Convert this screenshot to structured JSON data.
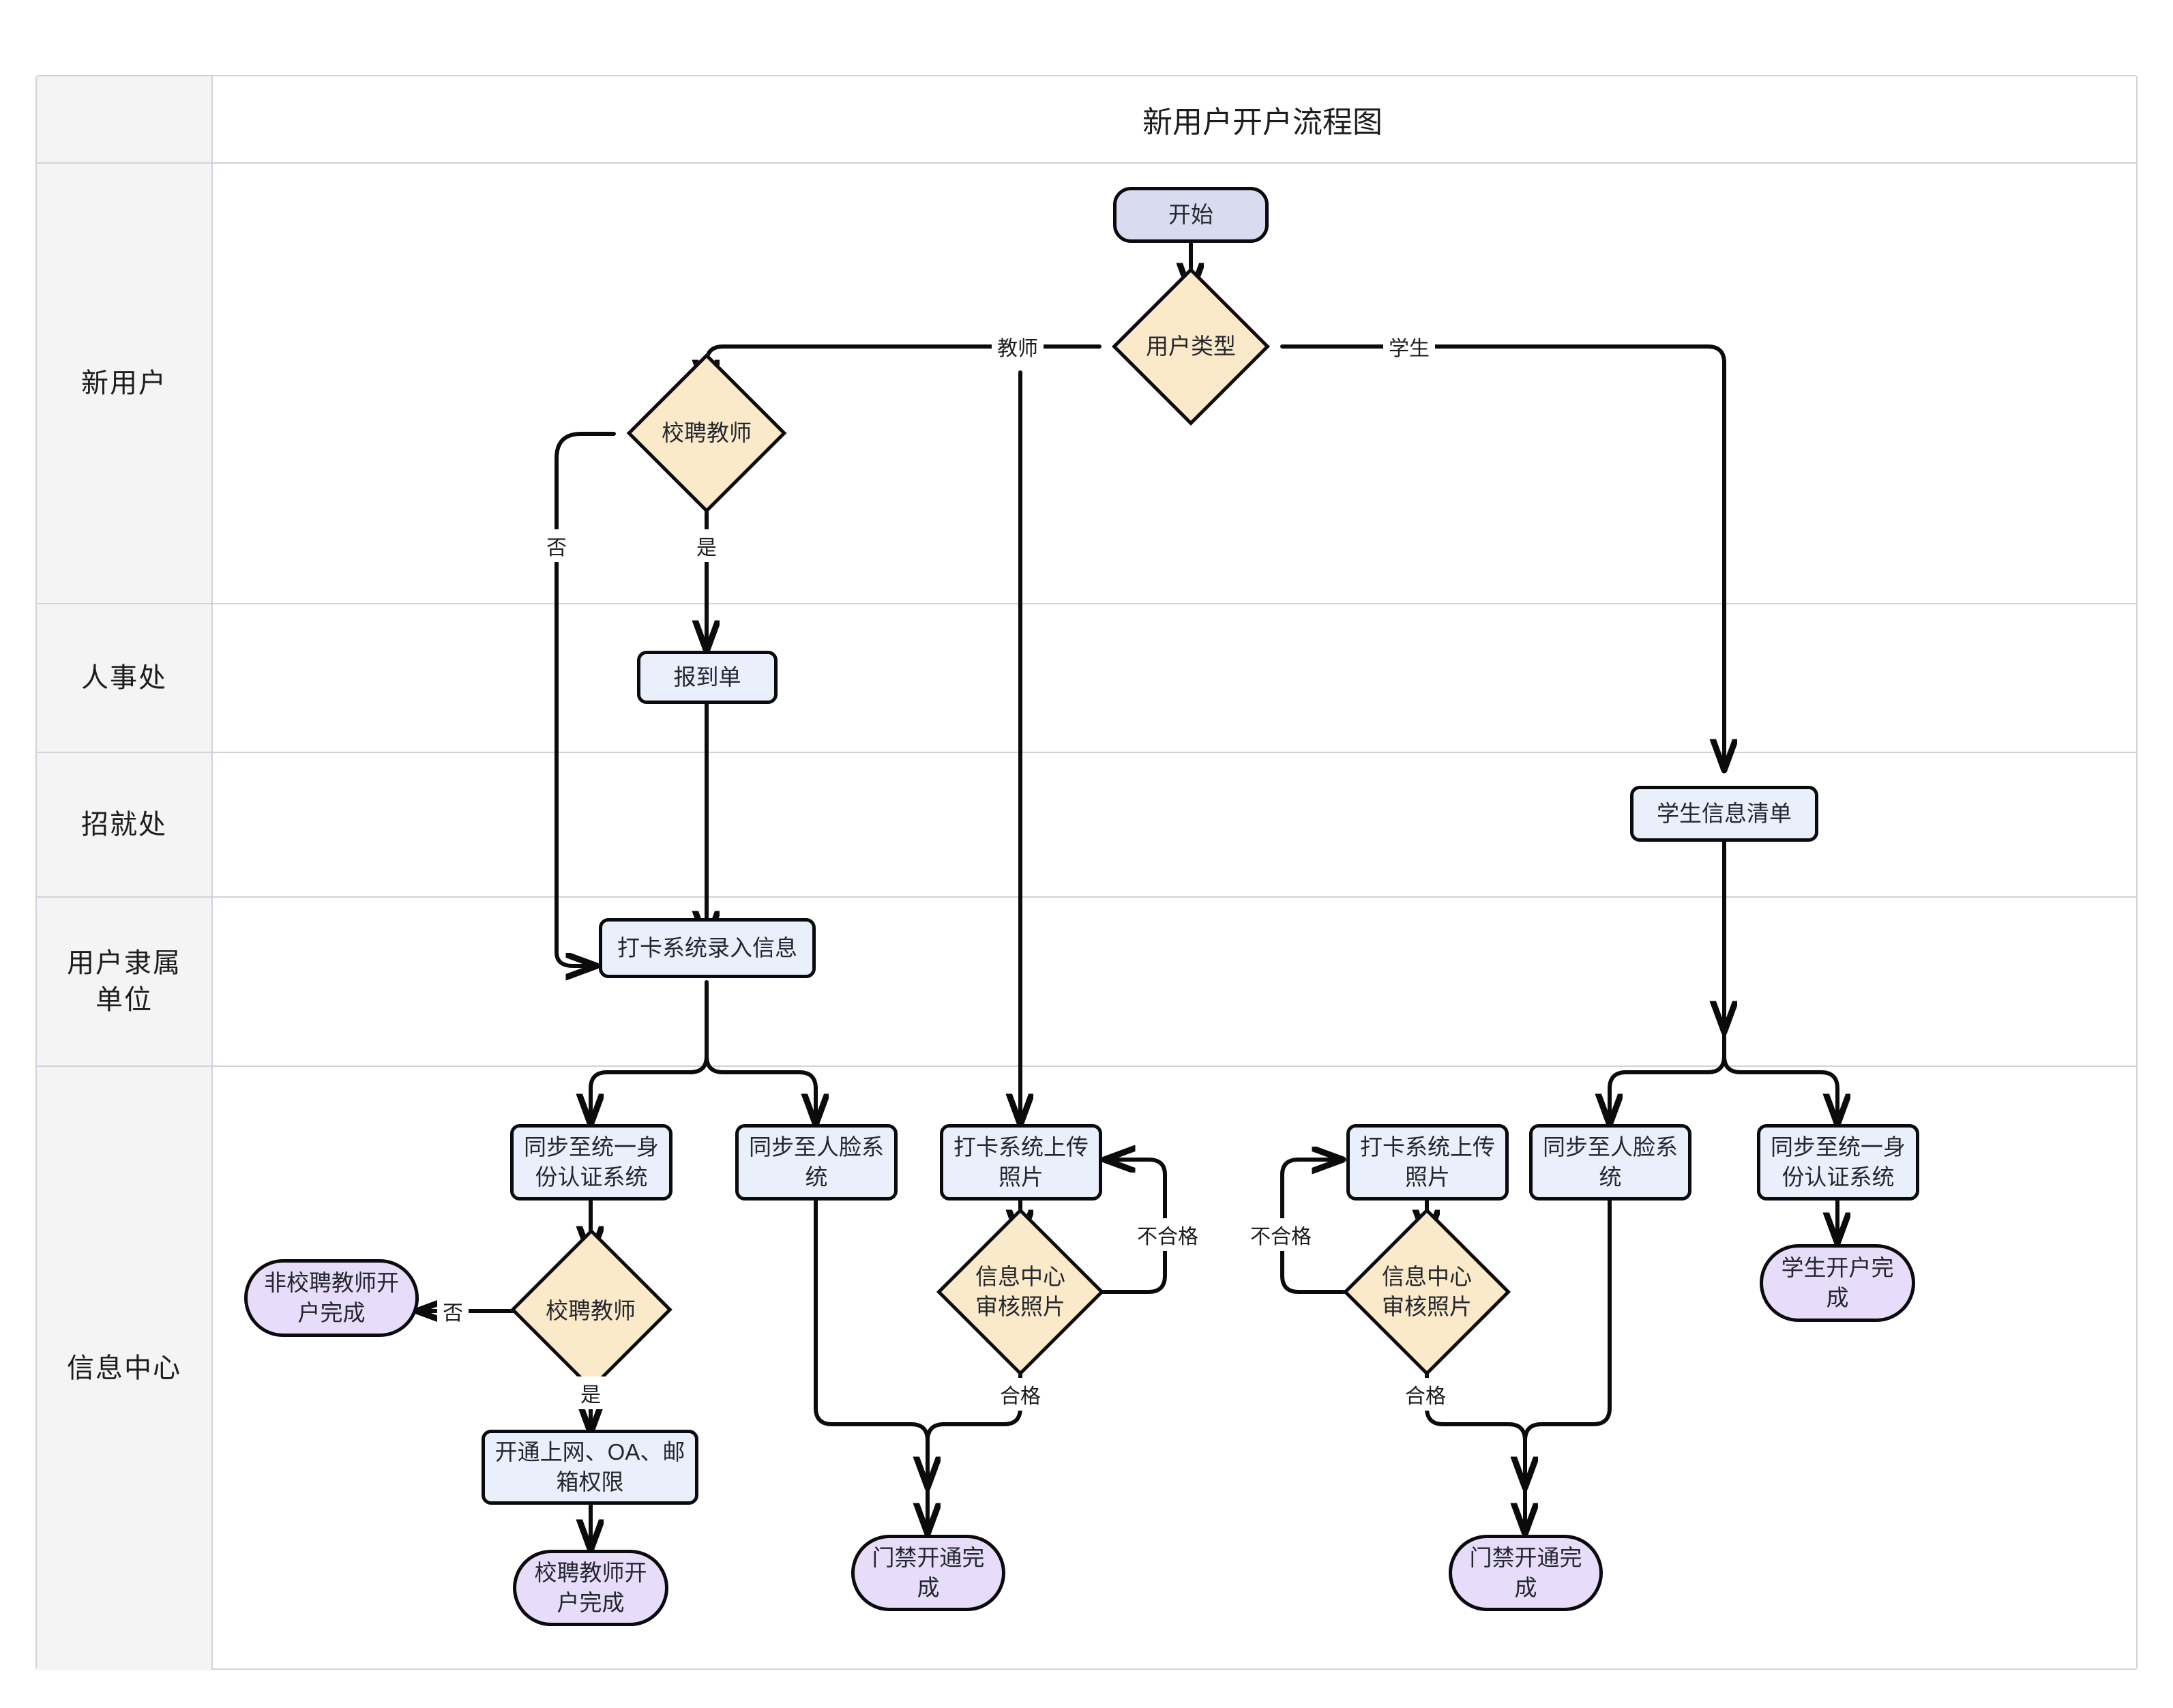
{
  "diagram": {
    "title": "新用户开户流程图",
    "lanes": [
      {
        "name": "lane-title",
        "label": ""
      },
      {
        "name": "lane-new-user",
        "label": "新用户"
      },
      {
        "name": "lane-hr",
        "label": "人事处"
      },
      {
        "name": "lane-recruitment",
        "label": "招就处"
      },
      {
        "name": "lane-user-unit",
        "label": "用户隶属\n单位"
      },
      {
        "name": "lane-info-center",
        "label": "信息中心"
      }
    ],
    "nodes": [
      {
        "id": "start",
        "label": "开始",
        "type": "start"
      },
      {
        "id": "user-type",
        "label": "用户类型",
        "type": "decision"
      },
      {
        "id": "campus-teacher",
        "label": "校聘教师",
        "type": "decision"
      },
      {
        "id": "report-form",
        "label": "报到单",
        "type": "process"
      },
      {
        "id": "student-list",
        "label": "学生信息清单",
        "type": "process"
      },
      {
        "id": "punch-entry",
        "label": "打卡系统录入信息",
        "type": "process"
      },
      {
        "id": "sync-idauth-t",
        "label": "同步至统一身份认证系统",
        "type": "process"
      },
      {
        "id": "sync-face-t",
        "label": "同步至人脸系统",
        "type": "process"
      },
      {
        "id": "punch-upload-t",
        "label": "打卡系统上传照片",
        "type": "process"
      },
      {
        "id": "review-photo-t",
        "label": "信息中心审核照片",
        "type": "decision"
      },
      {
        "id": "punch-upload-s",
        "label": "打卡系统上传照片",
        "type": "process"
      },
      {
        "id": "review-photo-s",
        "label": "信息中心审核照片",
        "type": "decision"
      },
      {
        "id": "sync-face-s",
        "label": "同步至人脸系统",
        "type": "process"
      },
      {
        "id": "sync-idauth-s",
        "label": "同步至统一身份认证系统",
        "type": "process"
      },
      {
        "id": "campus-teacher2",
        "label": "校聘教师",
        "type": "decision"
      },
      {
        "id": "noncampus-done",
        "label": "非校聘教师开户完成",
        "type": "terminal"
      },
      {
        "id": "grant-access",
        "label": "开通上网、OA、邮箱权限",
        "type": "process"
      },
      {
        "id": "campus-done",
        "label": "校聘教师开户完成",
        "type": "terminal"
      },
      {
        "id": "door-done-t",
        "label": "门禁开通完成",
        "type": "terminal"
      },
      {
        "id": "door-done-s",
        "label": "门禁开通完成",
        "type": "terminal"
      },
      {
        "id": "student-done",
        "label": "学生开户完成",
        "type": "terminal"
      }
    ],
    "edge_labels": [
      {
        "id": "lbl-teacher",
        "text": "教师"
      },
      {
        "id": "lbl-student",
        "text": "学生"
      },
      {
        "id": "lbl-no-1",
        "text": "否"
      },
      {
        "id": "lbl-yes-1",
        "text": "是"
      },
      {
        "id": "lbl-no-2",
        "text": "否"
      },
      {
        "id": "lbl-yes-2",
        "text": "是"
      },
      {
        "id": "lbl-fail-t",
        "text": "不合格"
      },
      {
        "id": "lbl-pass-t",
        "text": "合格"
      },
      {
        "id": "lbl-fail-s",
        "text": "不合格"
      },
      {
        "id": "lbl-pass-s",
        "text": "合格"
      }
    ],
    "colors": {
      "process_fill": "#eaf0fb",
      "decision_fill": "#fbeac9",
      "terminal_fill": "#e7ddfa",
      "start_fill": "#d9dcf1",
      "stroke": "#0b0b0d",
      "lane_header_fill": "#f4f4f5",
      "lane_border": "#cfd3da"
    }
  }
}
